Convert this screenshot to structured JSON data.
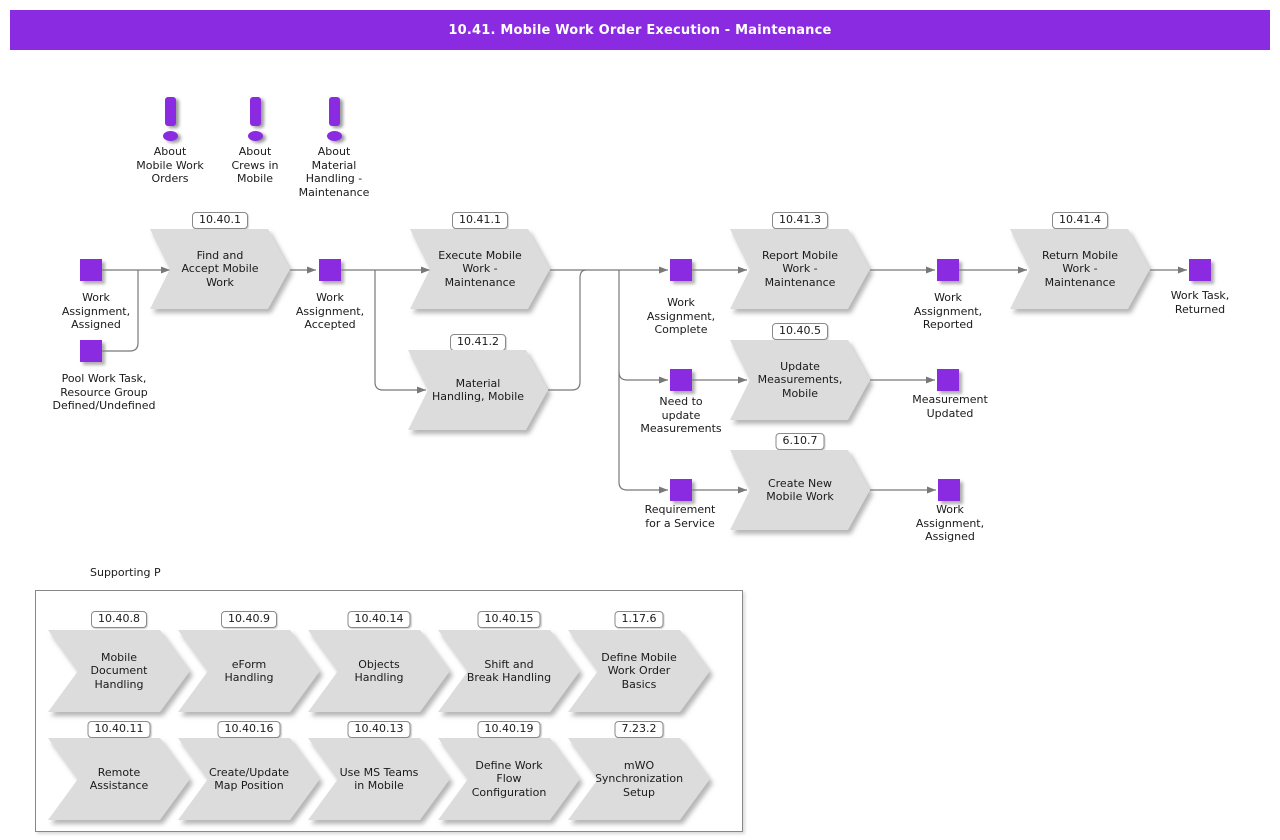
{
  "header": {
    "title": "10.41. Mobile Work Order Execution - Maintenance"
  },
  "colors": {
    "accent_purple": "#8A2BE2",
    "shape_gray": "#DCDCDC",
    "line_gray": "#787878"
  },
  "notes": [
    {
      "label": "About\nMobile Work\nOrders"
    },
    {
      "label": "About\nCrews in\nMobile"
    },
    {
      "label": "About\nMaterial\nHandling -\nMaintenance"
    }
  ],
  "flow": {
    "events": [
      {
        "label": "Work\nAssignment,\nAssigned"
      },
      {
        "label": "Pool Work Task,\nResource Group\nDefined/Undefined"
      },
      {
        "label": "Work\nAssignment,\nAccepted"
      },
      {
        "label": "Work\nAssignment,\nComplete"
      },
      {
        "label": "Work\nAssignment,\nReported"
      },
      {
        "label": "Work Task,\nReturned"
      },
      {
        "label": "Need to\nupdate\nMeasurements"
      },
      {
        "label": "Measurement\nUpdated"
      },
      {
        "label": "Requirement\nfor a Service"
      },
      {
        "label": "Work\nAssignment,\nAssigned"
      }
    ],
    "processes": [
      {
        "code": "10.40.1",
        "label": "Find and\nAccept Mobile\nWork"
      },
      {
        "code": "10.41.1",
        "label": "Execute Mobile\nWork -\nMaintenance"
      },
      {
        "code": "10.41.2",
        "label": "Material\nHandling, Mobile"
      },
      {
        "code": "10.41.3",
        "label": "Report Mobile\nWork -\nMaintenance"
      },
      {
        "code": "10.40.5",
        "label": "Update\nMeasurements,\nMobile"
      },
      {
        "code": "6.10.7",
        "label": "Create New\nMobile Work"
      },
      {
        "code": "10.41.4",
        "label": "Return Mobile\nWork -\nMaintenance"
      }
    ]
  },
  "supporting": {
    "label": "Supporting P",
    "rows": [
      [
        {
          "code": "10.40.8",
          "label": "Mobile\nDocument\nHandling"
        },
        {
          "code": "10.40.9",
          "label": "eForm\nHandling"
        },
        {
          "code": "10.40.14",
          "label": "Objects\nHandling"
        },
        {
          "code": "10.40.15",
          "label": "Shift and\nBreak Handling"
        },
        {
          "code": "1.17.6",
          "label": "Define Mobile\nWork Order\nBasics"
        }
      ],
      [
        {
          "code": "10.40.11",
          "label": "Remote\nAssistance"
        },
        {
          "code": "10.40.16",
          "label": "Create/Update\nMap Position"
        },
        {
          "code": "10.40.13",
          "label": "Use MS Teams\nin Mobile"
        },
        {
          "code": "10.40.19",
          "label": "Define Work\nFlow\nConfiguration"
        },
        {
          "code": "7.23.2",
          "label": "mWO\nSynchronization\nSetup"
        }
      ]
    ]
  }
}
